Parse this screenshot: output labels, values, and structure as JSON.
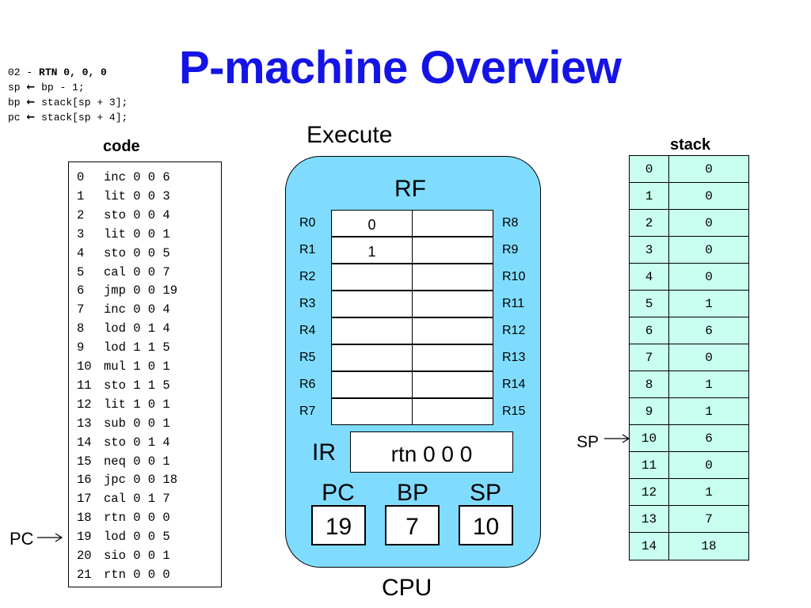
{
  "title": "P-machine Overview",
  "pseudocode": [
    {
      "prefix": "02 - ",
      "bold": "RTN 0, 0, 0",
      "rest": ""
    },
    {
      "prefix": "sp ",
      "arrow": "←",
      "rest": " bp - 1;"
    },
    {
      "prefix": "bp ",
      "arrow": "←",
      "rest": " stack[sp + 3];"
    },
    {
      "prefix": "pc ",
      "arrow": "←",
      "rest": " stack[sp + 4];"
    }
  ],
  "code": {
    "label": "code",
    "lines": [
      {
        "n": "0",
        "instr": "inc 0 0 6"
      },
      {
        "n": "1",
        "instr": "lit 0 0 3"
      },
      {
        "n": "2",
        "instr": "sto 0 0 4"
      },
      {
        "n": "3",
        "instr": "lit 0 0 1"
      },
      {
        "n": "4",
        "instr": "sto 0 0 5"
      },
      {
        "n": "5",
        "instr": "cal 0 0 7"
      },
      {
        "n": "6",
        "instr": "jmp 0 0 19"
      },
      {
        "n": "7",
        "instr": "inc 0 0 4"
      },
      {
        "n": "8",
        "instr": "lod 0 1 4"
      },
      {
        "n": "9",
        "instr": "lod 1 1 5"
      },
      {
        "n": "10",
        "instr": "mul 1 0 1"
      },
      {
        "n": "11",
        "instr": "sto 1 1 5"
      },
      {
        "n": "12",
        "instr": "lit 1 0 1"
      },
      {
        "n": "13",
        "instr": "sub 0 0 1"
      },
      {
        "n": "14",
        "instr": "sto 0 1 4"
      },
      {
        "n": "15",
        "instr": "neq 0 0 1"
      },
      {
        "n": "16",
        "instr": "jpc 0 0 18"
      },
      {
        "n": "17",
        "instr": "cal 0 1 7"
      },
      {
        "n": "18",
        "instr": "rtn 0 0 0"
      },
      {
        "n": "19",
        "instr": "lod 0 0 5"
      },
      {
        "n": "20",
        "instr": "sio 0 0 1"
      },
      {
        "n": "21",
        "instr": "rtn 0 0 0"
      }
    ],
    "pc_pointer_label": "PC",
    "pc_pointer_line": 19
  },
  "cpu": {
    "execute_label": "Execute",
    "cpu_label": "CPU",
    "rf_label": "RF",
    "left_regs": [
      "R0",
      "R1",
      "R2",
      "R3",
      "R4",
      "R5",
      "R6",
      "R7"
    ],
    "right_regs": [
      "R8",
      "R9",
      "R10",
      "R11",
      "R12",
      "R13",
      "R14",
      "R15"
    ],
    "left_values": [
      "0",
      "1",
      "",
      "",
      "",
      "",
      "",
      ""
    ],
    "right_values": [
      "",
      "",
      "",
      "",
      "",
      "",
      "",
      ""
    ],
    "ir_label": "IR",
    "ir_value": "rtn 0 0 0",
    "pc_label": "PC",
    "pc_value": "19",
    "bp_label": "BP",
    "bp_value": "7",
    "sp_label": "SP",
    "sp_value": "10",
    "panel_color": "#80dcff"
  },
  "stack": {
    "label": "stack",
    "indices": [
      "0",
      "1",
      "2",
      "3",
      "4",
      "5",
      "6",
      "7",
      "8",
      "9",
      "10",
      "11",
      "12",
      "13",
      "14"
    ],
    "values": [
      "0",
      "0",
      "0",
      "0",
      "0",
      "1",
      "6",
      "0",
      "1",
      "1",
      "6",
      "0",
      "1",
      "7",
      "18"
    ],
    "sp_pointer_label": "SP",
    "sp_pointer_index": 10,
    "cell_color": "#c8ffee"
  },
  "colors": {
    "title": "#1414e6"
  }
}
